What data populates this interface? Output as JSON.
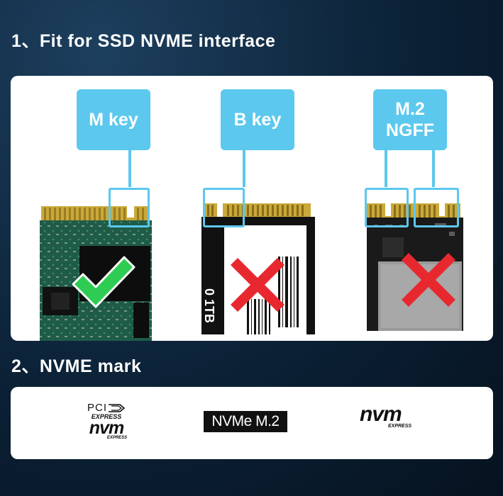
{
  "sections": {
    "interface_heading": "1、Fit for SSD NVME interface",
    "mark_heading": "2、NVME mark"
  },
  "callouts": {
    "m_key": "M key",
    "b_key": "B key",
    "m2_line1": "M.2",
    "m2_line2": "NGFF"
  },
  "cards": {
    "b_key_label": "0 1TB"
  },
  "marks": {
    "pci_line1": "PCI",
    "pci_line2": "EXPRESS",
    "nvm": "nvm",
    "express": "EXPRESS",
    "nvme_m2": "NVMe M.2"
  },
  "colors": {
    "accent": "#5cc8ee",
    "check": "#2ecc52",
    "cross": "#e8282f",
    "board_green": "#1e5c48",
    "gold": "#c9a93a"
  }
}
